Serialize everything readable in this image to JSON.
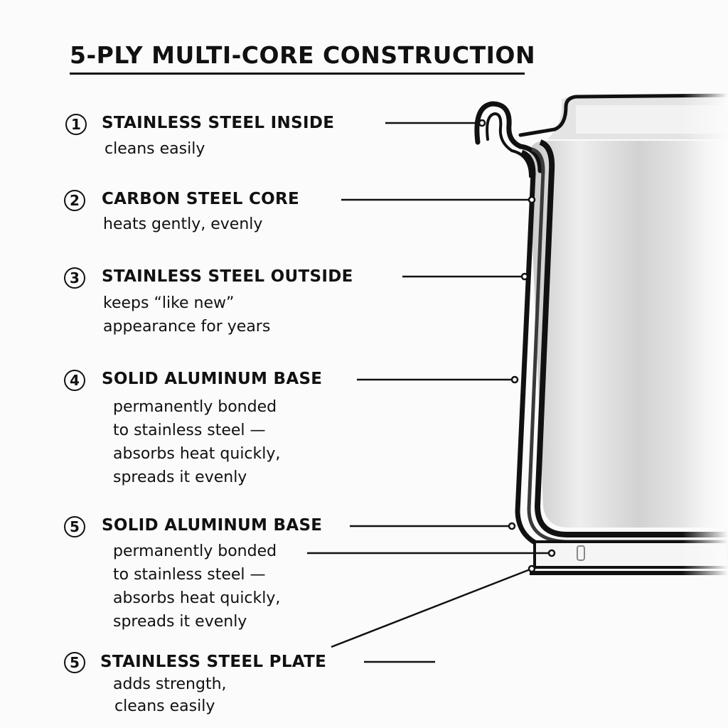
{
  "title": "5-PLY MULTI-CORE CONSTRUCTION",
  "layers": [
    {
      "number": "1",
      "heading": "STAINLESS STEEL INSIDE",
      "description": [
        "cleans easily"
      ]
    },
    {
      "number": "2",
      "heading": "CARBON STEEL CORE",
      "description": [
        "heats gently, evenly"
      ]
    },
    {
      "number": "3",
      "heading": "STAINLESS STEEL OUTSIDE",
      "description": [
        "keeps “like new”",
        "appearance for years"
      ]
    },
    {
      "number": "4",
      "heading": "SOLID ALUMINUM BASE",
      "description": [
        "permanently bonded",
        "to stainless steel —",
        "absorbs heat quickly,",
        "spreads it evenly"
      ]
    },
    {
      "number": "5",
      "heading": "SOLID ALUMINUM BASE",
      "description": [
        "permanently bonded",
        "to stainless steel —",
        "absorbs heat quickly,",
        "spreads it evenly"
      ]
    },
    {
      "number": "5",
      "heading": "STAINLESS STEEL PLATE",
      "description": [
        "adds strength,",
        "cleans easily"
      ]
    }
  ]
}
